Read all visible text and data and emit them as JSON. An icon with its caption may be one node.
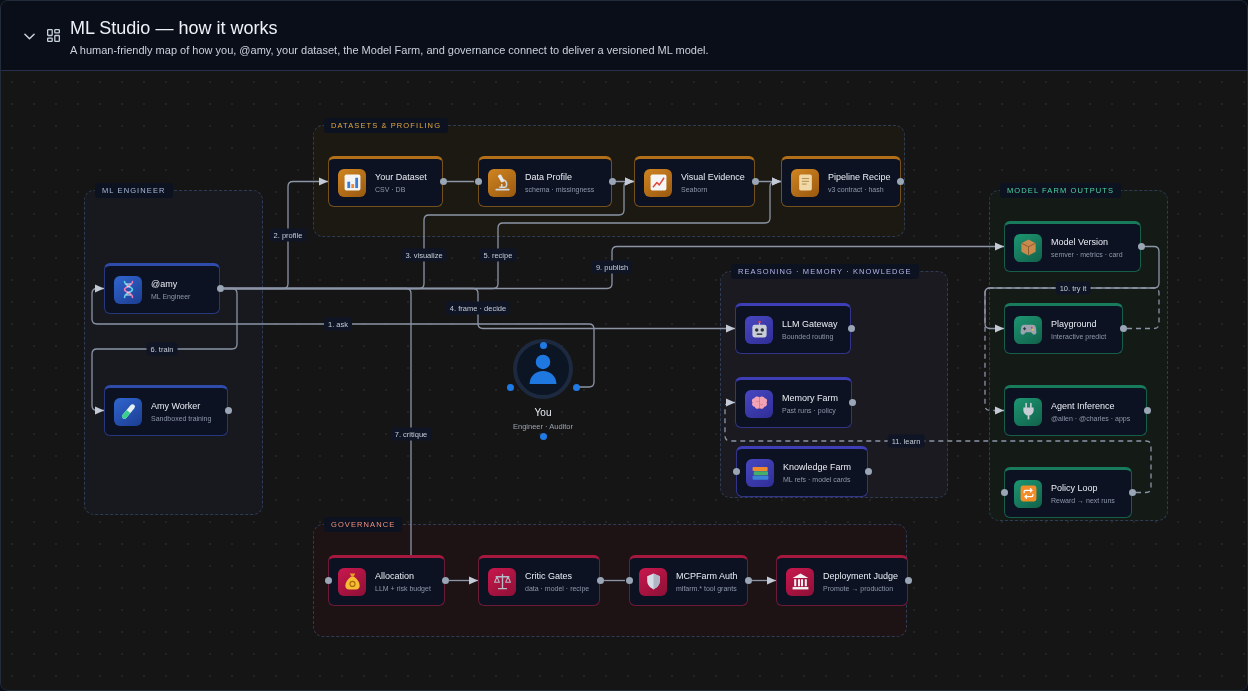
{
  "diagram": {
    "title": "ML Studio — how it works",
    "caption": "A human-friendly map of how you, @amy, your dataset, the Model Farm, and governance connect to deliver a versioned ML model.",
    "nodes": [
      {
        "text": [
          "ML ENGINEER"
        ]
      },
      {
        "text": [
          "@amy",
          "ML Engineer"
        ],
        "in": 0
      },
      {
        "text": [
          "Amy Worker",
          "Sandboxed training"
        ],
        "in": 0
      },
      {
        "text": [
          "DATASETS & PROFILING"
        ]
      },
      {
        "text": [
          "Your Dataset",
          "CSV · DB"
        ],
        "in": 3
      },
      {
        "text": [
          "Data Profile",
          "schema · missingness"
        ],
        "in": 3
      },
      {
        "text": [
          "Visual Evidence",
          "Seaborn"
        ],
        "in": 3
      },
      {
        "text": [
          "Pipeline Recipe",
          "v3 contract · hash"
        ],
        "in": 3
      },
      {
        "text": [
          "You",
          "Engineer · Auditor"
        ]
      },
      {
        "text": [
          "REASONING · MEMORY · KNOWLEDGE"
        ]
      },
      {
        "text": [
          "LLM Gateway",
          "Bounded routing"
        ],
        "in": 9
      },
      {
        "text": [
          "Memory Farm",
          "Past runs · policy"
        ],
        "in": 9
      },
      {
        "text": [
          "Knowledge Farm",
          "ML refs · model cards"
        ],
        "in": 9
      },
      {
        "text": [
          "MODEL FARM OUTPUTS"
        ]
      },
      {
        "text": [
          "Model Version",
          "semver · metrics · card"
        ],
        "in": 13
      },
      {
        "text": [
          "Playground",
          "Interactive predict"
        ],
        "in": 13
      },
      {
        "text": [
          "Agent Inference",
          "@allen · @charles · apps"
        ],
        "in": 13
      },
      {
        "text": [
          "Policy Loop",
          "Reward → next runs"
        ],
        "in": 13
      },
      {
        "text": [
          "GOVERNANCE"
        ]
      },
      {
        "text": [
          "Allocation",
          "LLM + risk budget"
        ],
        "in": 18
      },
      {
        "text": [
          "Critic Gates",
          "data · model · recipe"
        ],
        "in": 18
      },
      {
        "text": [
          "MCPFarm Auth",
          "mlfarm.* tool grants"
        ],
        "in": 18
      },
      {
        "text": [
          "Deployment Judge",
          "Promote → production"
        ],
        "in": 18
      }
    ],
    "edges": [
      {
        "from": 8,
        "to": 1,
        "arrow": "to",
        "label": "1. ask"
      },
      {
        "from": 1,
        "to": 4,
        "arrow": "to",
        "label": "2. profile"
      },
      {
        "from": 1,
        "to": 6,
        "arrow": "to",
        "label": "3. visualize"
      },
      {
        "from": 1,
        "to": 10,
        "arrow": "to",
        "label": "4. frame · decide"
      },
      {
        "from": 1,
        "to": 7,
        "arrow": "to",
        "label": "5. recipe"
      },
      {
        "from": 1,
        "to": 2,
        "arrow": "to",
        "label": "6. train"
      },
      {
        "from": 1,
        "to": 19,
        "arrow": "none",
        "label": "7. critique"
      },
      {
        "from": 1,
        "to": 14,
        "arrow": "to",
        "label": "9. publish"
      },
      {
        "from": 14,
        "to": 15,
        "arrow": "to",
        "label": "10. try it"
      },
      {
        "from": 17,
        "to": 11,
        "arrow": "to",
        "label": "11. learn",
        "style": "dashed"
      },
      {
        "from": 15,
        "to": 16,
        "arrow": "to",
        "style": "dashed"
      },
      {
        "from": 4,
        "to": 5,
        "arrow": "none"
      },
      {
        "from": 5,
        "to": 6,
        "arrow": "to"
      },
      {
        "from": 6,
        "to": 7,
        "arrow": "to"
      },
      {
        "from": 19,
        "to": 20,
        "arrow": "to"
      },
      {
        "from": 20,
        "to": 21,
        "arrow": "none"
      },
      {
        "from": 21,
        "to": 22,
        "arrow": "to"
      }
    ]
  }
}
